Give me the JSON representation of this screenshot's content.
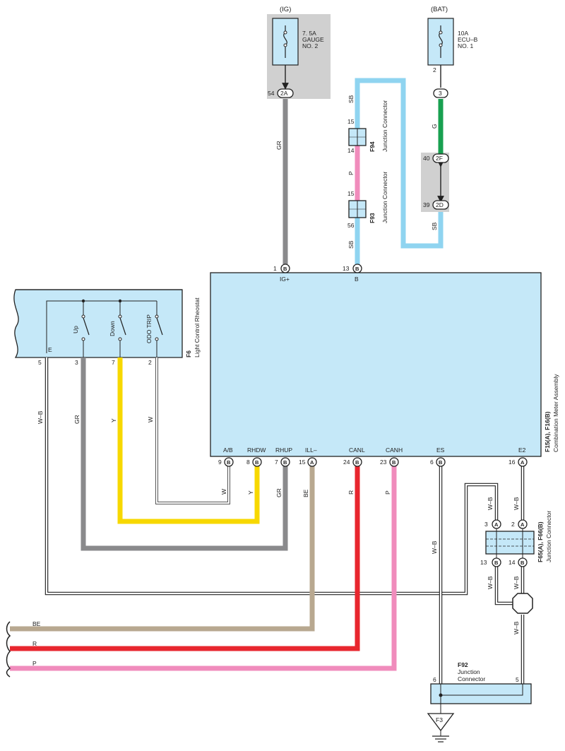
{
  "power": {
    "ig_label": "(IG)",
    "bat_label": "(BAT)",
    "fuse_gauge": [
      "7. 5A",
      "GAUGE",
      "NO. 2"
    ],
    "fuse_ecu": [
      "10A",
      "ECU–B",
      "NO. 1"
    ],
    "fuse_ecu_pin": "2"
  },
  "connectors": {
    "c_2A": "2A",
    "c_2A_pin": "54",
    "c_3": "3",
    "c_2F": "2F",
    "c_2F_pin": "40",
    "c_2D": "2D",
    "c_2D_pin": "39"
  },
  "junctions": {
    "f94_id": "F94",
    "f94_name": "Junction Connector",
    "f94_pin_top": "15",
    "f94_pin_bot": "14",
    "f93_id": "F93",
    "f93_name": "Junction Connector",
    "f93_pin_top": "15",
    "f93_pin_bot": "56",
    "f65_id": "F65(A), F66(B)",
    "f65_name": "Junction Connector",
    "f65_pins": {
      "p3": "3",
      "pA1": "A",
      "p2": "2",
      "pA2": "A",
      "p13": "13",
      "pB1": "B",
      "p14": "14",
      "pB2": "B"
    },
    "f92_id": "F92",
    "f92_name": [
      "Junction",
      "Connector"
    ],
    "f92_pin_left": "6",
    "f92_pin_right": "5"
  },
  "rheostat": {
    "id": "F6",
    "name": "Light Control Rheostat",
    "e_label": "E",
    "switches": [
      "Up",
      "Down",
      "ODO TRIP"
    ],
    "pins": [
      "5",
      "3",
      "7",
      "2"
    ]
  },
  "meter": {
    "id": "F15(A), F16(B)",
    "name": "Combination Meter Assembly",
    "top_pins": [
      {
        "num": "1",
        "conn": "B",
        "label": "IG+"
      },
      {
        "num": "13",
        "conn": "B",
        "label": "B"
      }
    ],
    "bottom_pins": [
      {
        "num": "9",
        "conn": "B",
        "label": "A/B"
      },
      {
        "num": "8",
        "conn": "B",
        "label": "RHDW"
      },
      {
        "num": "7",
        "conn": "B",
        "label": "RHUP"
      },
      {
        "num": "15",
        "conn": "A",
        "label": "ILL–"
      },
      {
        "num": "24",
        "conn": "B",
        "label": "CANL"
      },
      {
        "num": "23",
        "conn": "B",
        "label": "CANH"
      },
      {
        "num": "6",
        "conn": "B",
        "label": "ES"
      },
      {
        "num": "16",
        "conn": "A",
        "label": "E2"
      }
    ]
  },
  "wire_labels": {
    "gr_top": "GR",
    "sb_1": "SB",
    "p_mid": "P",
    "sb_2": "SB",
    "g": "G",
    "sb_3": "SB",
    "wb_left": "W–B",
    "gr_left": "GR",
    "y_left": "Y",
    "w_left": "W",
    "w_mid": "W",
    "y_mid": "Y",
    "gr_mid": "GR",
    "be_mid": "BE",
    "r_mid": "R",
    "p_mid2": "P",
    "wb_es": "W–B",
    "wb_j1": "W–B",
    "wb_j2": "W–B",
    "wb_j3": "W–B",
    "wb_j4": "W–B",
    "wb_j5": "W–B",
    "be_out": "BE",
    "r_out": "R",
    "p_out": "P"
  },
  "ground": {
    "label": "F3"
  },
  "colors": {
    "panel_fill": "#c5e8f8",
    "shade": "#d0d0d0",
    "gray": "#8a8a8c",
    "sky_blue": "#8fd4f0",
    "pink": "#f08cbc",
    "green": "#18a050",
    "yellow": "#f7d800",
    "beige": "#b8a890",
    "red": "#e8262e"
  }
}
